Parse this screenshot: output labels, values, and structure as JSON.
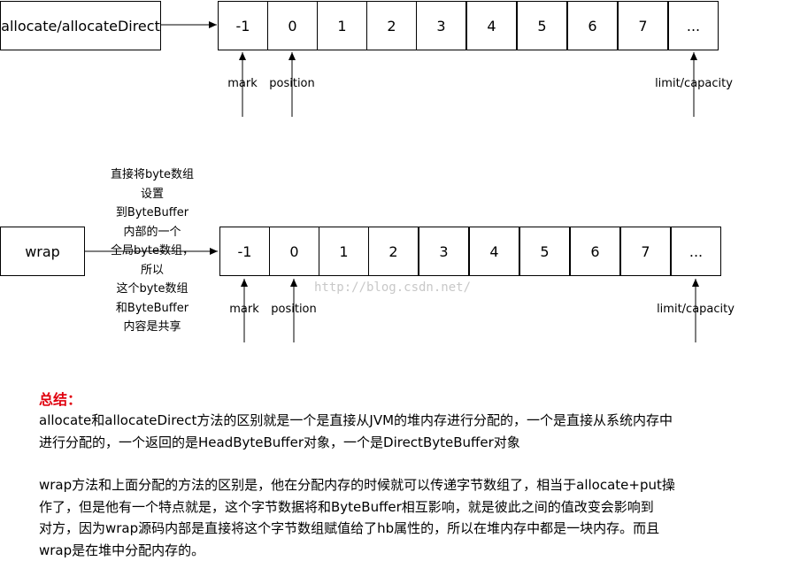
{
  "top_row": {
    "source_label": "allocate/allocateDirect",
    "cells": [
      "-1",
      "0",
      "1",
      "2",
      "3",
      "4",
      "5",
      "6",
      "7",
      "..."
    ],
    "pointers": {
      "mark": "mark",
      "position": "position",
      "limit": "limit/capacity"
    }
  },
  "bottom_row": {
    "source_label": "wrap",
    "note_lines": [
      "直接将byte数组",
      "设置",
      "到ByteBuffer",
      "内部的一个",
      "全局byte数组，",
      "所以",
      "这个byte数组",
      "和ByteBuffer",
      "内容是共享"
    ],
    "cells": [
      "-1",
      "0",
      "1",
      "2",
      "3",
      "4",
      "5",
      "6",
      "7",
      "..."
    ],
    "pointers": {
      "mark": "mark",
      "position": "position",
      "limit": "limit/capacity"
    }
  },
  "watermark": "http://blog.csdn.net/",
  "summary": {
    "title": "总结：",
    "para1": [
      "allocate和allocateDirect方法的区别就是一个是直接从JVM的堆内存进行分配的，一个是直接从系统内存中",
      "进行分配的，一个返回的是HeadByteBuffer对象，一个是DirectByteBuffer对象"
    ],
    "para2": [
      "wrap方法和上面分配的方法的区别是，他在分配内存的时候就可以传递字节数组了，相当于allocate+put操",
      "作了，但是他有一个特点就是，这个字节数据将和ByteBuffer相互影响，就是彼此之间的值改变会影响到",
      "对方，因为wrap源码内部是直接将这个字节数组赋值给了hb属性的，所以在堆内存中都是一块内存。而且",
      "wrap是在堆中分配内存的。"
    ]
  },
  "colors": {
    "title": "#e0000e",
    "line": "#000000",
    "watermark": "#c8c8c8"
  }
}
